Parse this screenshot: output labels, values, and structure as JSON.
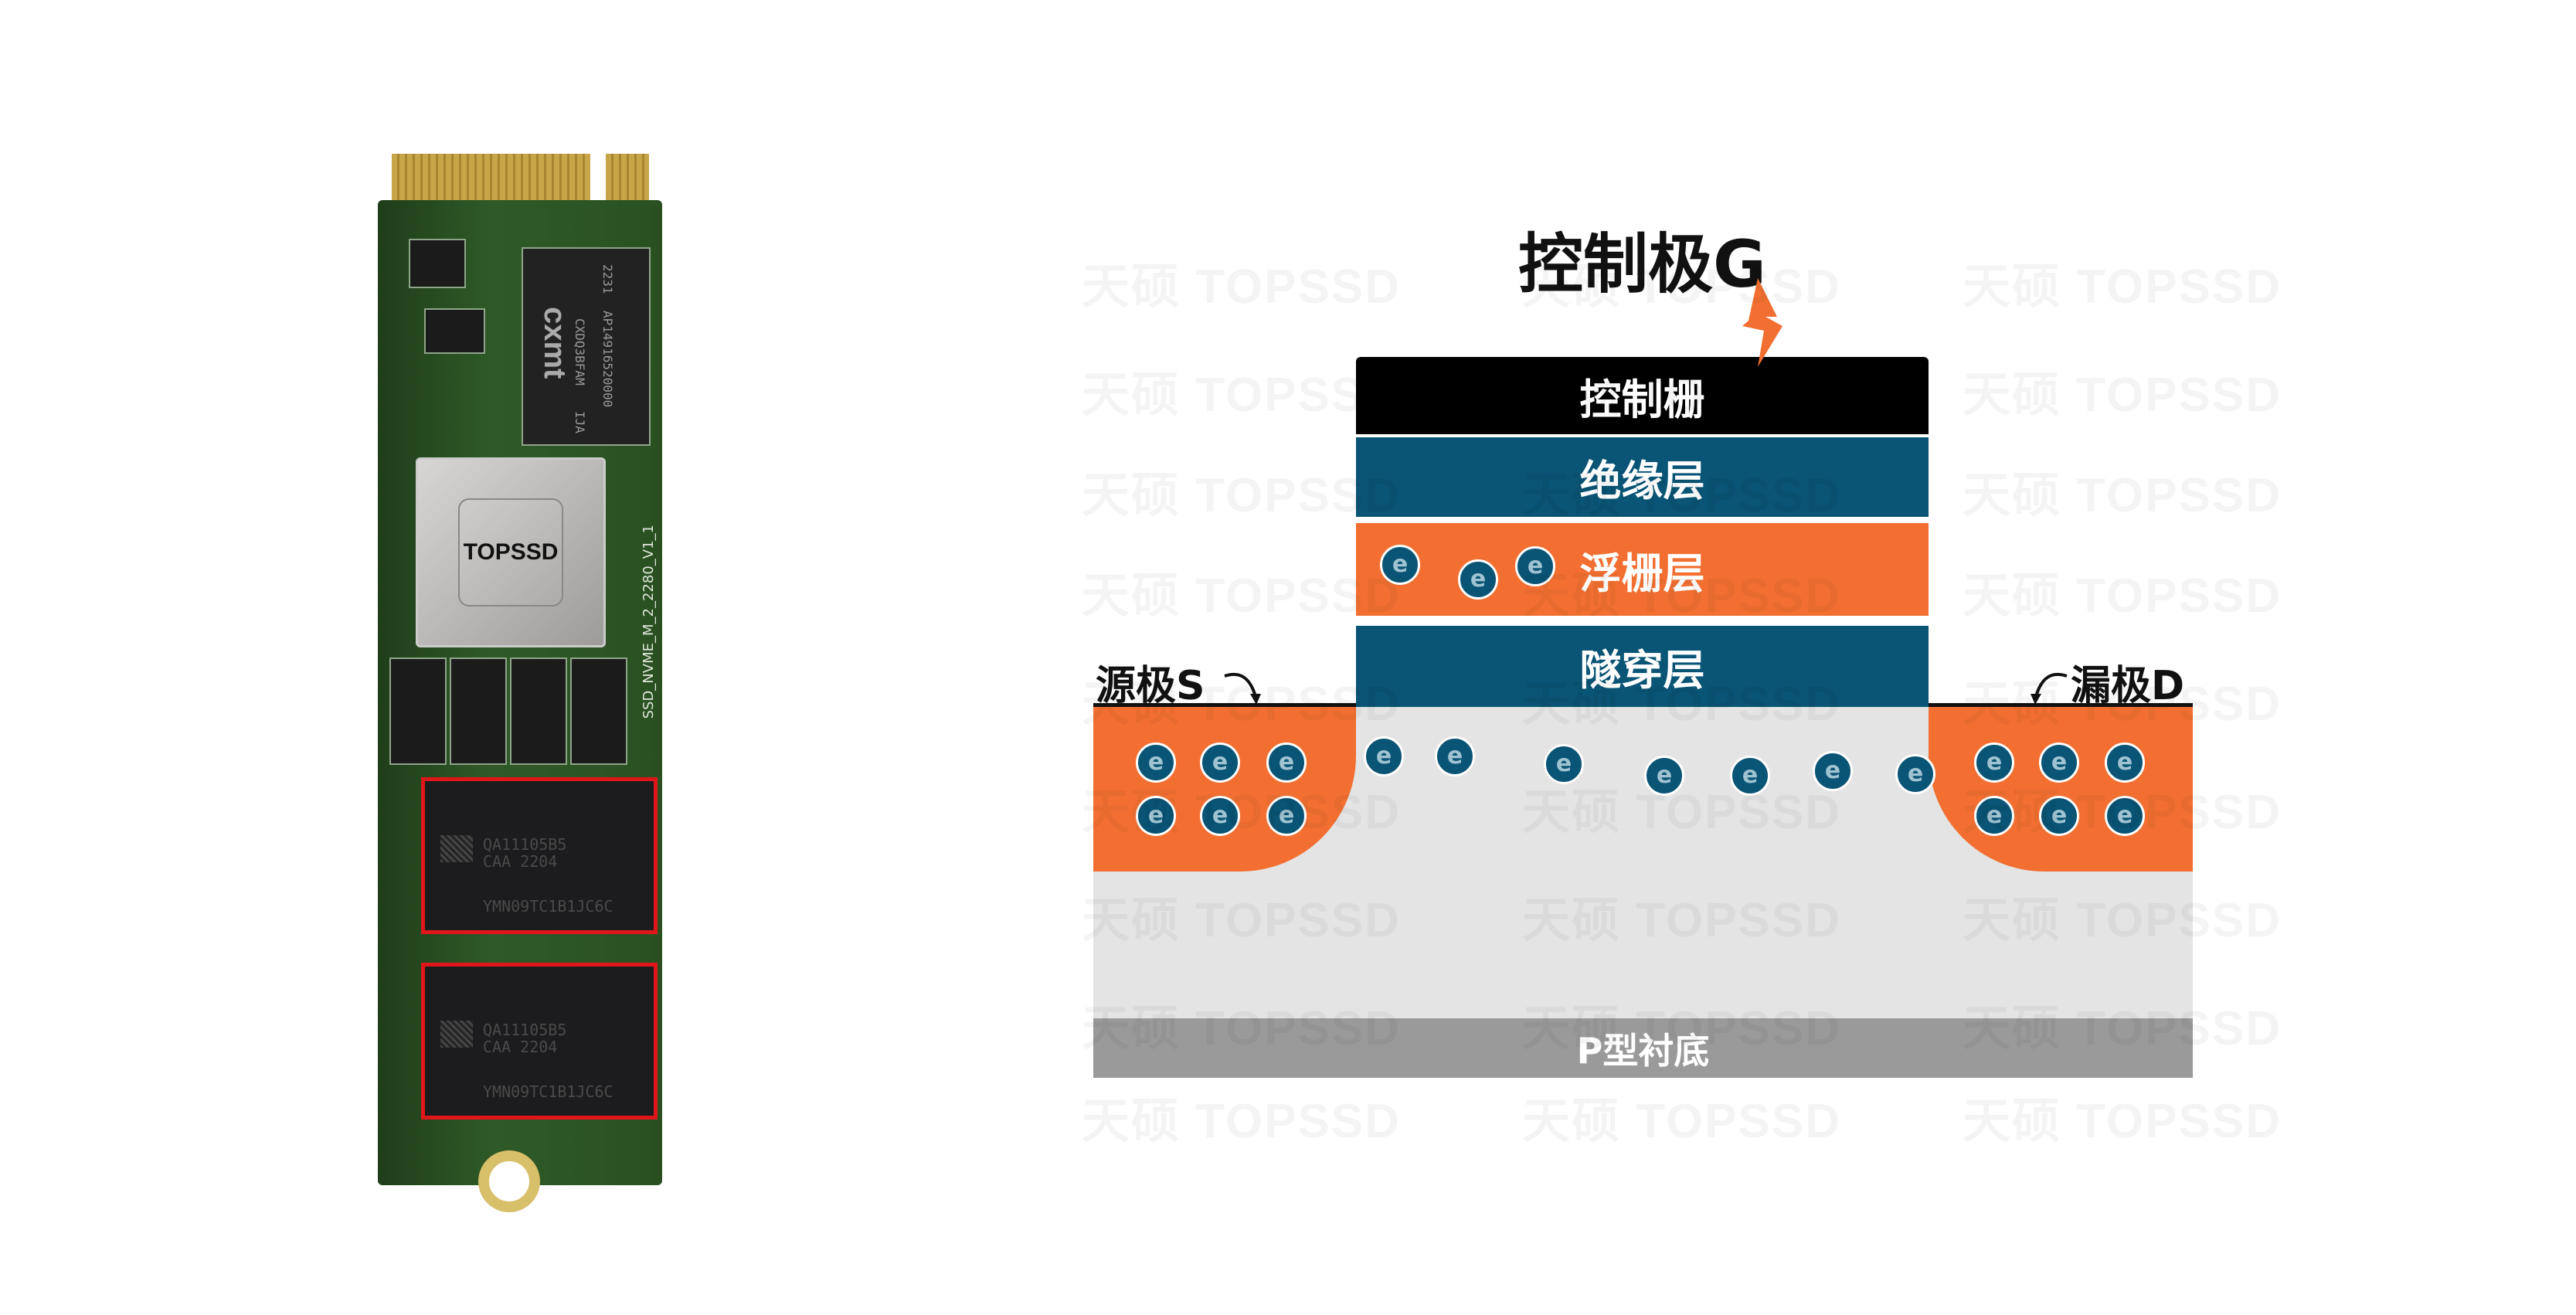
{
  "ssd_photo": {
    "controller_label": "TOPSSD",
    "dram": {
      "brand": "cxmt",
      "line1": "CXDQ3BFAM",
      "line2": "IJA",
      "line3": "2231",
      "line4": "AP14916520000"
    },
    "board_silkscreen": "SSD_NVME_M_2_2280_V1_1",
    "nand_chips": [
      {
        "line1": "QA11105B5",
        "line2": "CAA   2204",
        "line3": "YMN09TC1B1JC6C"
      },
      {
        "line1": "QA11105B5",
        "line2": "CAA   2204",
        "line3": "YMN09TC1B1JC6C"
      }
    ],
    "highlight_color": "#e0161a"
  },
  "diagram": {
    "gate_title": "控制极G",
    "layers": {
      "control_gate": "控制栅",
      "insulator": "绝缘层",
      "floating_gate": "浮栅层",
      "tunnel": "隧穿层"
    },
    "source_label": "源极S",
    "drain_label": "漏极D",
    "substrate_label": "P型衬底",
    "electron_symbol": "e",
    "colors": {
      "orange": "#f26f31",
      "blue": "#0a5475",
      "black": "#000000",
      "channel": "#e4e4e4",
      "substrate": "#9a9a9a"
    },
    "icons": [
      "lightning-bolt-icon",
      "curved-arrow-icon"
    ]
  },
  "watermark": "天硕 TOPSSD"
}
